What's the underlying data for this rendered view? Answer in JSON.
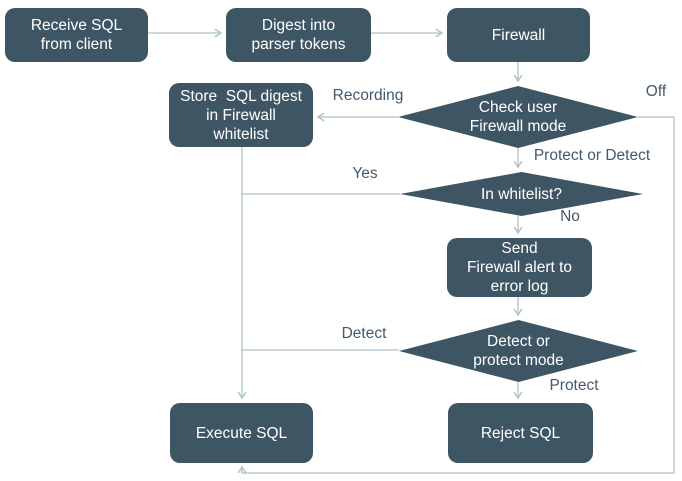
{
  "colors": {
    "shape_fill": "#3E5664",
    "shape_text": "#FFFFFF",
    "connector": "#AEC2CC",
    "label_text": "#44596B",
    "background": "#FFFFFF"
  },
  "nodes": {
    "receive": {
      "label": "Receive SQL\nfrom client"
    },
    "digest": {
      "label": "Digest into\nparser tokens"
    },
    "firewall": {
      "label": "Firewall"
    },
    "store": {
      "label": "Store  SQL digest\nin Firewall\nwhitelist"
    },
    "check_mode": {
      "label": "Check user\nFirewall mode"
    },
    "in_whitelist": {
      "label": "In whitelist?"
    },
    "send_alert": {
      "label": "Send\nFirewall alert to\nerror log"
    },
    "detect_mode": {
      "label": "Detect or\nprotect mode"
    },
    "execute": {
      "label": "Execute SQL"
    },
    "reject": {
      "label": "Reject SQL"
    }
  },
  "edge_labels": {
    "recording": "Recording",
    "off": "Off",
    "protect_or_detect": "Protect or Detect",
    "yes": "Yes",
    "no": "No",
    "detect": "Detect",
    "protect": "Protect"
  }
}
